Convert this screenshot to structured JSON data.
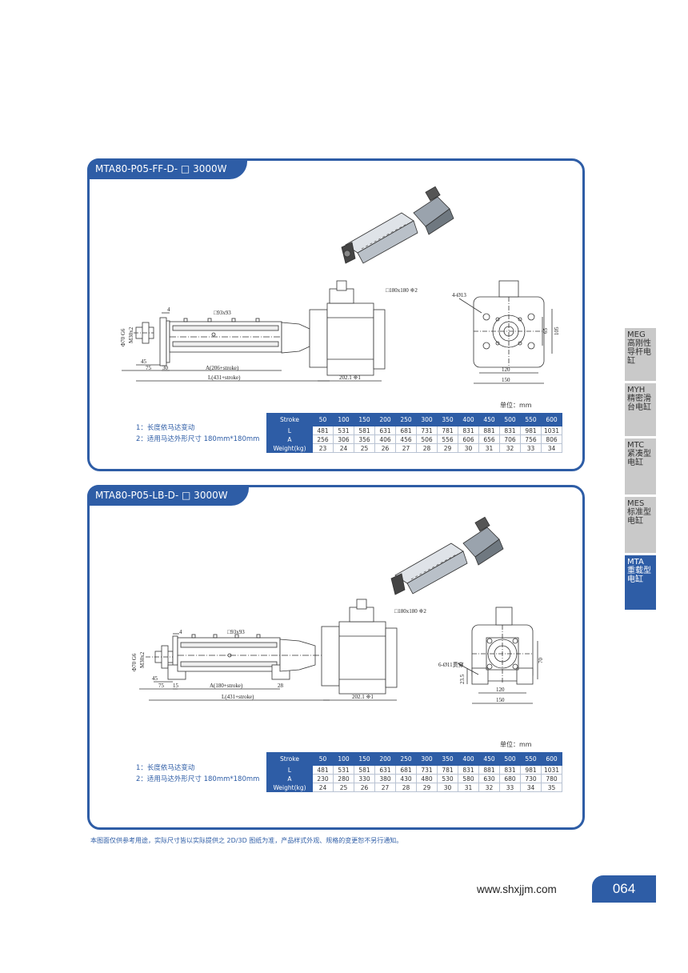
{
  "panels": [
    {
      "title": "MTA80-P05-FF-D- □ 3000W",
      "dims": {
        "square_small": "□93x93",
        "square_large": "□180x180 ※2",
        "holes": "4-Ø13",
        "phi": "Φ70 G6",
        "thread": "M30x2",
        "d4": "4",
        "d45": "45",
        "d75": "75",
        "d30": "30",
        "dA": "A(206+stroke)",
        "dL": "L(431+stroke)",
        "d202": "202.1 ※1",
        "d65": "65",
        "d105": "105",
        "d120": "120",
        "d150": "150"
      },
      "unit": "单位：mm",
      "notes": [
        "1：长度依马达变动",
        "2：适用马达外形尺寸 180mm*180mm"
      ],
      "table": {
        "header": "Stroke",
        "strokes": [
          "50",
          "100",
          "150",
          "200",
          "250",
          "300",
          "350",
          "400",
          "450",
          "500",
          "550",
          "600"
        ],
        "rows": [
          {
            "label": "L",
            "values": [
              "481",
              "531",
              "581",
              "631",
              "681",
              "731",
              "781",
              "831",
              "881",
              "831",
              "981",
              "1031"
            ]
          },
          {
            "label": "A",
            "values": [
              "256",
              "306",
              "356",
              "406",
              "456",
              "506",
              "556",
              "606",
              "656",
              "706",
              "756",
              "806"
            ]
          },
          {
            "label": "Weight(kg)",
            "values": [
              "23",
              "24",
              "25",
              "26",
              "27",
              "28",
              "29",
              "30",
              "31",
              "32",
              "33",
              "34"
            ]
          }
        ]
      }
    },
    {
      "title": "MTA80-P05-LB-D- □ 3000W",
      "dims": {
        "square_small": "□93x93",
        "square_large": "□180x180 ※2",
        "holes": "6-Ø11贯穿",
        "phi": "Φ70 G6",
        "thread": "M30x2",
        "d4": "4",
        "d45": "45",
        "d75": "75",
        "d15": "15",
        "d28": "28",
        "dA": "A(180+stroke)",
        "dL": "L(431+stroke)",
        "d202": "202.1 ※1",
        "d70": "70",
        "d235": "23.5",
        "d120": "120",
        "d150": "150"
      },
      "unit": "单位：mm",
      "notes": [
        "1：长度依马达变动",
        "2：适用马达外形尺寸 180mm*180mm"
      ],
      "table": {
        "header": "Stroke",
        "strokes": [
          "50",
          "100",
          "150",
          "200",
          "250",
          "300",
          "350",
          "400",
          "450",
          "500",
          "550",
          "600"
        ],
        "rows": [
          {
            "label": "L",
            "values": [
              "481",
              "531",
              "581",
              "631",
              "681",
              "731",
              "781",
              "831",
              "881",
              "831",
              "981",
              "1031"
            ]
          },
          {
            "label": "A",
            "values": [
              "230",
              "280",
              "330",
              "380",
              "430",
              "480",
              "530",
              "580",
              "630",
              "680",
              "730",
              "780"
            ]
          },
          {
            "label": "Weight(kg)",
            "values": [
              "24",
              "25",
              "26",
              "27",
              "28",
              "29",
              "30",
              "31",
              "32",
              "33",
              "34",
              "35"
            ]
          }
        ]
      }
    }
  ],
  "side_tabs": [
    {
      "code": "MEG",
      "lines": [
        "高刚性",
        "导杆电",
        "缸"
      ],
      "active": false
    },
    {
      "code": "MYH",
      "lines": [
        "精密滑",
        "台电缸"
      ],
      "active": false
    },
    {
      "code": "MTC",
      "lines": [
        "紧凑型",
        "电缸"
      ],
      "active": false
    },
    {
      "code": "MES",
      "lines": [
        "标准型",
        "电缸"
      ],
      "active": false
    },
    {
      "code": "MTA",
      "lines": [
        "重载型",
        "电缸"
      ],
      "active": true
    }
  ],
  "footnote": "本图面仅供参考用途，实际尺寸皆以实际提供之 2D/3D 图纸为准，产品样式外观、规格的变更恕不另行通知。",
  "website": "www.shxjjm.com",
  "page_number": "064"
}
